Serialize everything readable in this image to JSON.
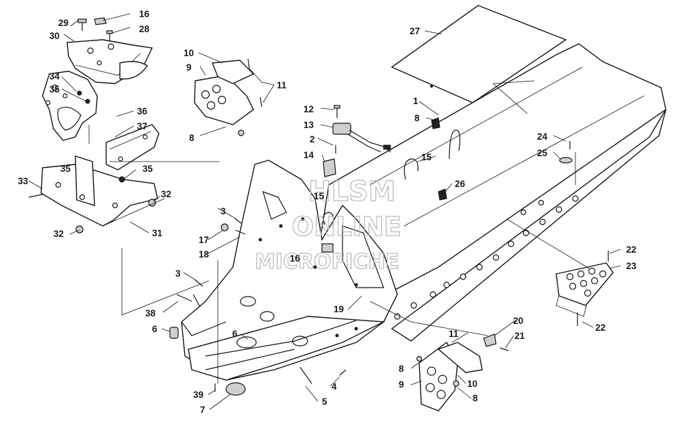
{
  "watermark": {
    "line1": "HLSM",
    "line2": "ONLINE",
    "line3": "MICROFICHE"
  },
  "callouts": [
    {
      "id": "29",
      "text": "29"
    },
    {
      "id": "16a",
      "text": "16"
    },
    {
      "id": "30",
      "text": "30"
    },
    {
      "id": "28",
      "text": "28"
    },
    {
      "id": "34",
      "text": "34"
    },
    {
      "id": "35a",
      "text": "35"
    },
    {
      "id": "36",
      "text": "36"
    },
    {
      "id": "37",
      "text": "37"
    },
    {
      "id": "35b",
      "text": "35"
    },
    {
      "id": "35c",
      "text": "35"
    },
    {
      "id": "33",
      "text": "33"
    },
    {
      "id": "32a",
      "text": "32"
    },
    {
      "id": "32b",
      "text": "32"
    },
    {
      "id": "31",
      "text": "31"
    },
    {
      "id": "10a",
      "text": "10"
    },
    {
      "id": "9a",
      "text": "9"
    },
    {
      "id": "11a",
      "text": "11"
    },
    {
      "id": "8a",
      "text": "8"
    },
    {
      "id": "27",
      "text": "27"
    },
    {
      "id": "1",
      "text": "1"
    },
    {
      "id": "8b",
      "text": "8"
    },
    {
      "id": "12",
      "text": "12"
    },
    {
      "id": "13",
      "text": "13"
    },
    {
      "id": "2",
      "text": "2"
    },
    {
      "id": "14",
      "text": "14"
    },
    {
      "id": "15a",
      "text": "15"
    },
    {
      "id": "15b",
      "text": "15"
    },
    {
      "id": "16b",
      "text": "16"
    },
    {
      "id": "26",
      "text": "26"
    },
    {
      "id": "24",
      "text": "24"
    },
    {
      "id": "25",
      "text": "25"
    },
    {
      "id": "3a",
      "text": "3"
    },
    {
      "id": "17",
      "text": "17"
    },
    {
      "id": "18",
      "text": "18"
    },
    {
      "id": "22a",
      "text": "22"
    },
    {
      "id": "23",
      "text": "23"
    },
    {
      "id": "22b",
      "text": "22"
    },
    {
      "id": "3b",
      "text": "3"
    },
    {
      "id": "38",
      "text": "38"
    },
    {
      "id": "19",
      "text": "19"
    },
    {
      "id": "6a",
      "text": "6"
    },
    {
      "id": "6b",
      "text": "6"
    },
    {
      "id": "20",
      "text": "20"
    },
    {
      "id": "21",
      "text": "21"
    },
    {
      "id": "11b",
      "text": "11"
    },
    {
      "id": "8c",
      "text": "8"
    },
    {
      "id": "9b",
      "text": "9"
    },
    {
      "id": "10b",
      "text": "10"
    },
    {
      "id": "8d",
      "text": "8"
    },
    {
      "id": "4",
      "text": "4"
    },
    {
      "id": "5",
      "text": "5"
    },
    {
      "id": "39",
      "text": "39"
    },
    {
      "id": "7",
      "text": "7"
    }
  ]
}
